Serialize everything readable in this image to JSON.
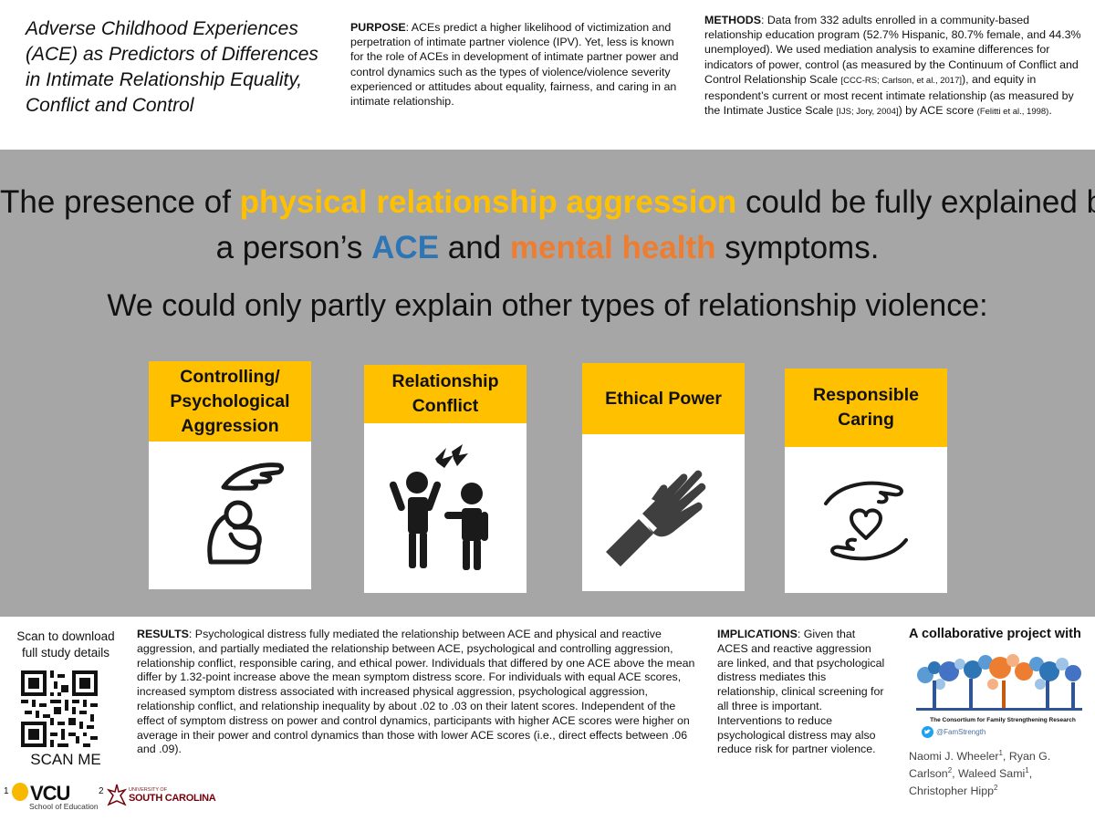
{
  "header": {
    "title": "Adverse Childhood Experiences (ACE) as Predictors of Differences in Intimate Relationship Equality, Conflict and Control",
    "purpose_label": "PURPOSE",
    "purpose_text": ": ACEs predict a higher likelihood of victimization and perpetration of intimate partner violence (IPV). Yet, less is known for the role of ACEs in development of intimate partner power and control dynamics such as the types of violence/violence severity experienced or attitudes about equality, fairness, and caring in an intimate relationship.",
    "methods_label": "METHODS",
    "methods_text_1": ": Data from 332 adults enrolled in a community-based relationship education program (52.7% Hispanic, 80.7% female, and 44.3% unemployed). We used mediation analysis to examine differences for indicators of power, control (as measured by the Continuum of Conflict and Control Relationship Scale ",
    "methods_cite_1": "[CCC-RS; Carlson, et al., 2017]",
    "methods_text_2": "), and equity in respondent’s current or most recent intimate relationship (as measured by the Intimate Justice Scale ",
    "methods_cite_2": "[IJS; Jory, 2004]",
    "methods_text_3": ") by ACE score ",
    "methods_cite_3": "(Felitti et al., 1998)",
    "methods_text_4": "."
  },
  "band": {
    "line1_pre": "The presence of ",
    "line1_highlight": "physical relationship aggression",
    "line1_post": " could be fully explained by",
    "line2_pre": "a person’s ",
    "line2_ace": "ACE",
    "line2_mid": " and ",
    "line2_mh": "mental health",
    "line2_post": " symptoms.",
    "line3": "We could only partly explain other types of relationship violence:",
    "cards": [
      {
        "label": "Controlling/ Psychological Aggression",
        "icon": "crouching-person-icon"
      },
      {
        "label": "Relationship Conflict",
        "icon": "arguing-people-icon"
      },
      {
        "label": "Ethical Power",
        "icon": "raised-hand-icon"
      },
      {
        "label": "Responsible Caring",
        "icon": "caring-hands-heart-icon"
      }
    ]
  },
  "footer": {
    "scan_text": "Scan to download full study details",
    "scan_me": "SCAN ME",
    "results_label": "RESULTS",
    "results_text": ": Psychological distress fully mediated the relationship between ACE and physical and reactive aggression, and partially mediated the relationship between ACE, psychological and controlling aggression, relationship conflict, responsible caring, and ethical power. Individuals that differed by one ACE above the mean differ by 1.32-point increase above the mean symptom distress score. For individuals with equal ACE scores, increased symptom distress associated with increased physical aggression, psychological aggression, relationship conflict, and relationship inequality by about .02 to .03 on their latent scores. Independent of the effect of symptom distress on power and control dynamics, participants with higher ACE scores were higher on average in their power and control dynamics than those with lower ACE scores (i.e., direct effects between .06 and .09).",
    "implications_label": "IMPLICATIONS",
    "implications_text": ": Given that ACES and reactive aggression are linked, and that psychological distress mediates this relationship, clinical screening for all three is important. Interventions to reduce psychological distress may also reduce risk for partner violence.",
    "collab": "A collaborative project with",
    "consortium_name": "The Consortium for Family Strengthening Research",
    "twitter_handle": "@FamStrength",
    "authors": [
      {
        "name": "Naomi J. Wheeler",
        "sup": "1"
      },
      {
        "name": "Ryan G. Carlson",
        "sup": "2"
      },
      {
        "name": "Waleed Sami",
        "sup": "1"
      },
      {
        "name": "Christopher Hipp",
        "sup": "2"
      }
    ],
    "vcu_mark": "1",
    "vcu_word": "VCU",
    "vcu_sub": "School of Education",
    "sc_mark": "2",
    "sc_uni": "UNIVERSITY OF",
    "sc_name": "SOUTH CAROLINA"
  },
  "colors": {
    "band_gray": "#a6a6a6",
    "card_yellow": "#ffc000",
    "accent_blue": "#2e75b6",
    "accent_orange": "#ed7d31"
  }
}
